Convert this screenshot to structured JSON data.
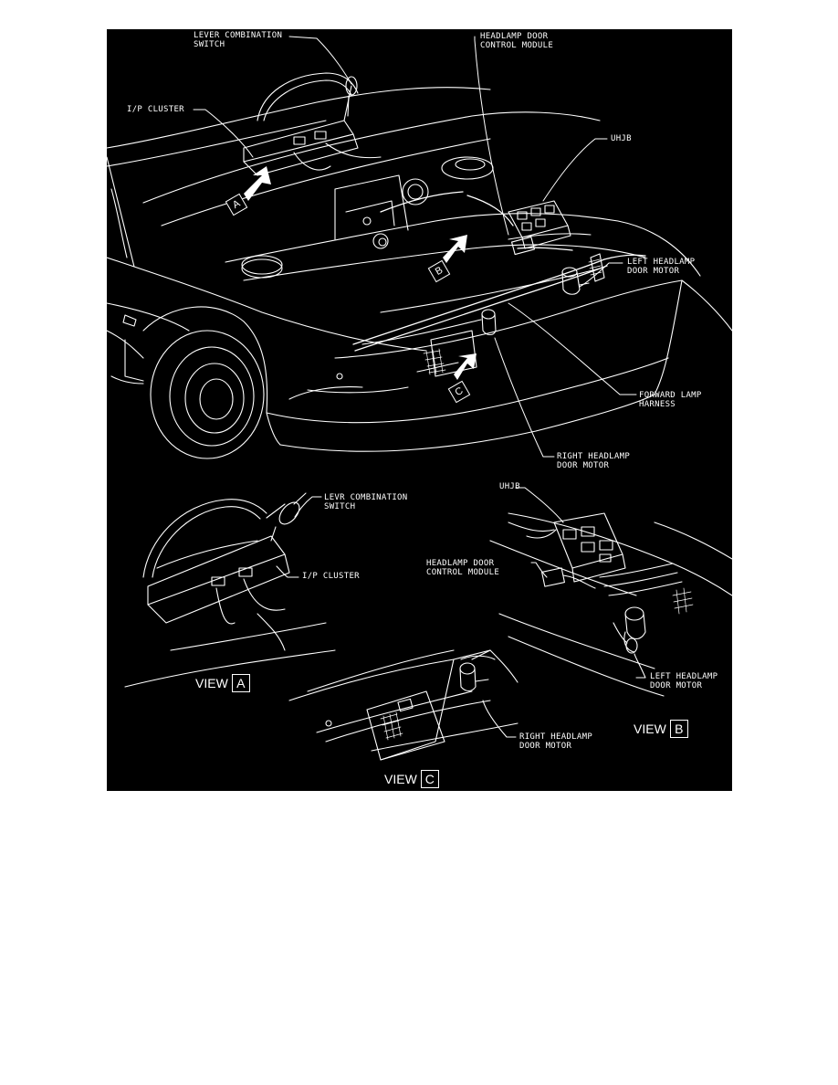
{
  "labels": {
    "lever_switch": [
      "LEVER COMBINATION",
      "SWITCH"
    ],
    "ip_cluster": "I/P CLUSTER",
    "headlamp_module": [
      "HEADLAMP DOOR",
      "CONTROL MODULE"
    ],
    "uhjb": "UHJB",
    "left_motor": [
      "LEFT HEADLAMP",
      "DOOR MOTOR"
    ],
    "forward_harness": [
      "FORWARD LAMP",
      "HARNESS"
    ],
    "right_motor": [
      "RIGHT HEADLAMP",
      "DOOR MOTOR"
    ],
    "view_a_switch": [
      "LEVR COMBINATION",
      "SWITCH"
    ],
    "view_a_cluster": "I/P CLUSTER",
    "view_b_uhjb": "UHJB",
    "view_b_module": [
      "HEADLAMP DOOR",
      "CONTROL MODULE"
    ],
    "view_b_left_motor": [
      "LEFT HEADLAMP",
      "DOOR MOTOR"
    ],
    "view_c_right_motor": [
      "RIGHT HEADLAMP",
      "DOOR MOTOR"
    ]
  },
  "views": {
    "word": "VIEW",
    "a": "A",
    "b": "B",
    "c": "C"
  },
  "colors": {
    "background": "#000000",
    "ink": "#ffffff",
    "page": "#ffffff"
  }
}
